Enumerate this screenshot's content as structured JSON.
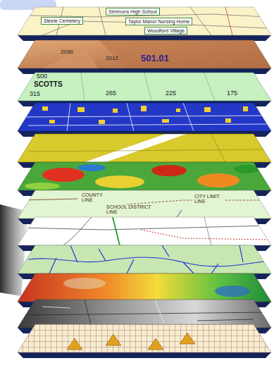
{
  "diagram": {
    "nodes": [
      {
        "text": [
          "Simmons High School"
        ]
      },
      {
        "text": [
          "Steele Cemetery"
        ]
      },
      {
        "text": [
          "Taylor Manor Nursing Home"
        ]
      },
      {
        "text": [
          "Woodford Village"
        ]
      }
    ],
    "labels": [
      "2030",
      "2012",
      "501.01",
      "500",
      "SCOTTS",
      "315",
      "265",
      "225",
      "175",
      "COUNTY LINE",
      "SCHOOL DISTRICT LINE",
      "CITY LIMIT LINE"
    ]
  }
}
